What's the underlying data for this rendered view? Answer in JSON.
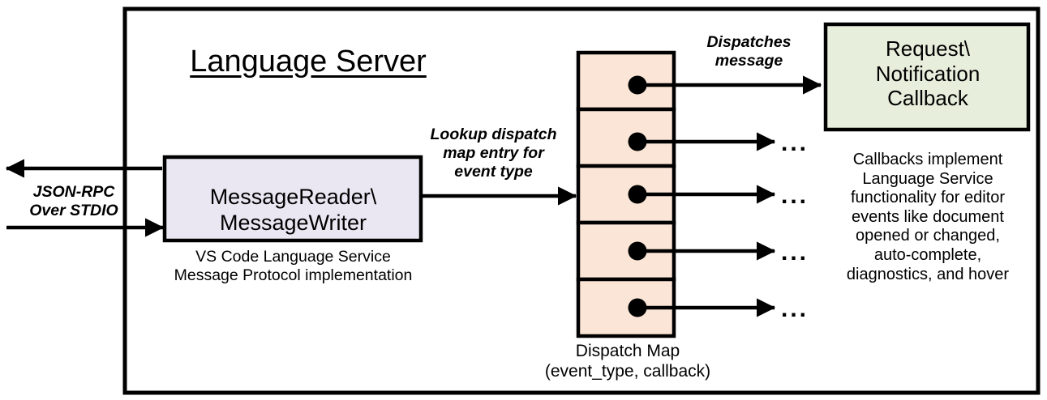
{
  "diagram": {
    "title": "Language Server",
    "frame": {
      "name": "language-server-boundary"
    },
    "reader_box": {
      "label": "MessageReader\\\nMessageWriter",
      "fill": "#EAE7F2",
      "stroke": "#000000",
      "caption": "VS Code Language Service\nMessage Protocol implementation"
    },
    "io_label": "JSON-RPC\nOver STDIO",
    "lookup_label": "Lookup dispatch\nmap entry for\nevent type",
    "dispatch_label": "Dispatches\nmessage",
    "dispatch_map": {
      "caption": "Dispatch Map\n(event_type, callback)",
      "fill": "#FBE5D6",
      "stroke": "#000000",
      "rows": [
        {
          "index": 1,
          "marker": "callback-dot"
        },
        {
          "index": 2,
          "marker": "callback-dot"
        },
        {
          "index": 3,
          "marker": "callback-dot"
        },
        {
          "index": 4,
          "marker": "callback-dot"
        },
        {
          "index": 5,
          "marker": "callback-dot"
        }
      ]
    },
    "callback_box": {
      "label": "Request\\\nNotification\nCallback",
      "fill": "#E8EEDC",
      "stroke": "#000000"
    },
    "callback_description": "Callbacks implement\nLanguage Service\nfunctionality for editor\nevents like document\nopened or changed,\nauto-complete,\ndiagnostics, and hover",
    "ellipses": [
      "...",
      "...",
      "...",
      "..."
    ],
    "colors": {
      "reader_fill": "#EAE7F2",
      "map_fill": "#FBE5D6",
      "callback_fill": "#E8EEDC",
      "line": "#000000",
      "background": "#FFFFFF"
    }
  }
}
